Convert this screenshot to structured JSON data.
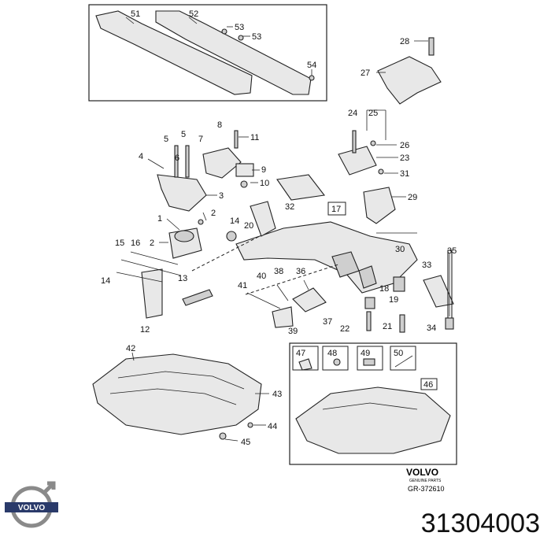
{
  "callouts": {
    "c1": "1",
    "c2": "2",
    "c2b": "2",
    "c3": "3",
    "c4": "4",
    "c5a": "5",
    "c5b": "5",
    "c6": "6",
    "c7": "7",
    "c8": "8",
    "c9": "9",
    "c10": "10",
    "c11": "11",
    "c12": "12",
    "c13": "13",
    "c14": "14",
    "c14b": "14",
    "c15": "15",
    "c16": "16",
    "c17": "17",
    "c18": "18",
    "c19": "19",
    "c20": "20",
    "c21": "21",
    "c22": "22",
    "c23": "23",
    "c24": "24",
    "c25": "25",
    "c26": "26",
    "c27": "27",
    "c28": "28",
    "c29": "29",
    "c30": "30",
    "c31": "31",
    "c32": "32",
    "c33": "33",
    "c34": "34",
    "c35": "35",
    "c36": "36",
    "c37": "37",
    "c38": "38",
    "c39": "39",
    "c40": "40",
    "c41": "41",
    "c42": "42",
    "c43": "43",
    "c44": "44",
    "c45": "45",
    "c46": "46",
    "c47": "47",
    "c48": "48",
    "c49": "49",
    "c50": "50",
    "c51": "51",
    "c52": "52",
    "c53a": "53",
    "c53b": "53",
    "c54": "54"
  },
  "brand": {
    "name": "VOLVO",
    "subtitle": "GENUINE PARTS",
    "drawing_ref": "GR-372610",
    "logo_text": "VOLVO"
  },
  "part_number": "31304003"
}
